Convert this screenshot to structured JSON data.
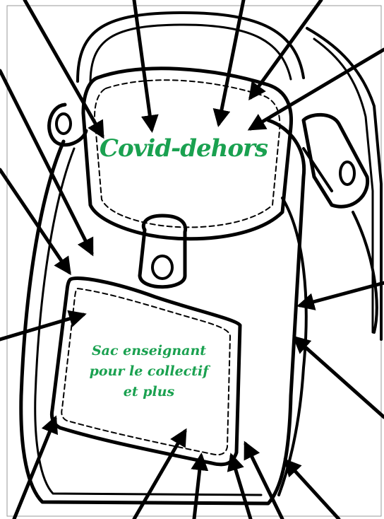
{
  "poster": {
    "title": "Covid-dehors",
    "pocket_lines": [
      "Sac enseignant",
      "pour le collectif",
      "et plus"
    ]
  },
  "colors": {
    "text": "#1aa150",
    "line": "#000000",
    "background": "#ffffff"
  },
  "illustration": {
    "subject": "backpack-outline",
    "arrow_count": 16
  }
}
